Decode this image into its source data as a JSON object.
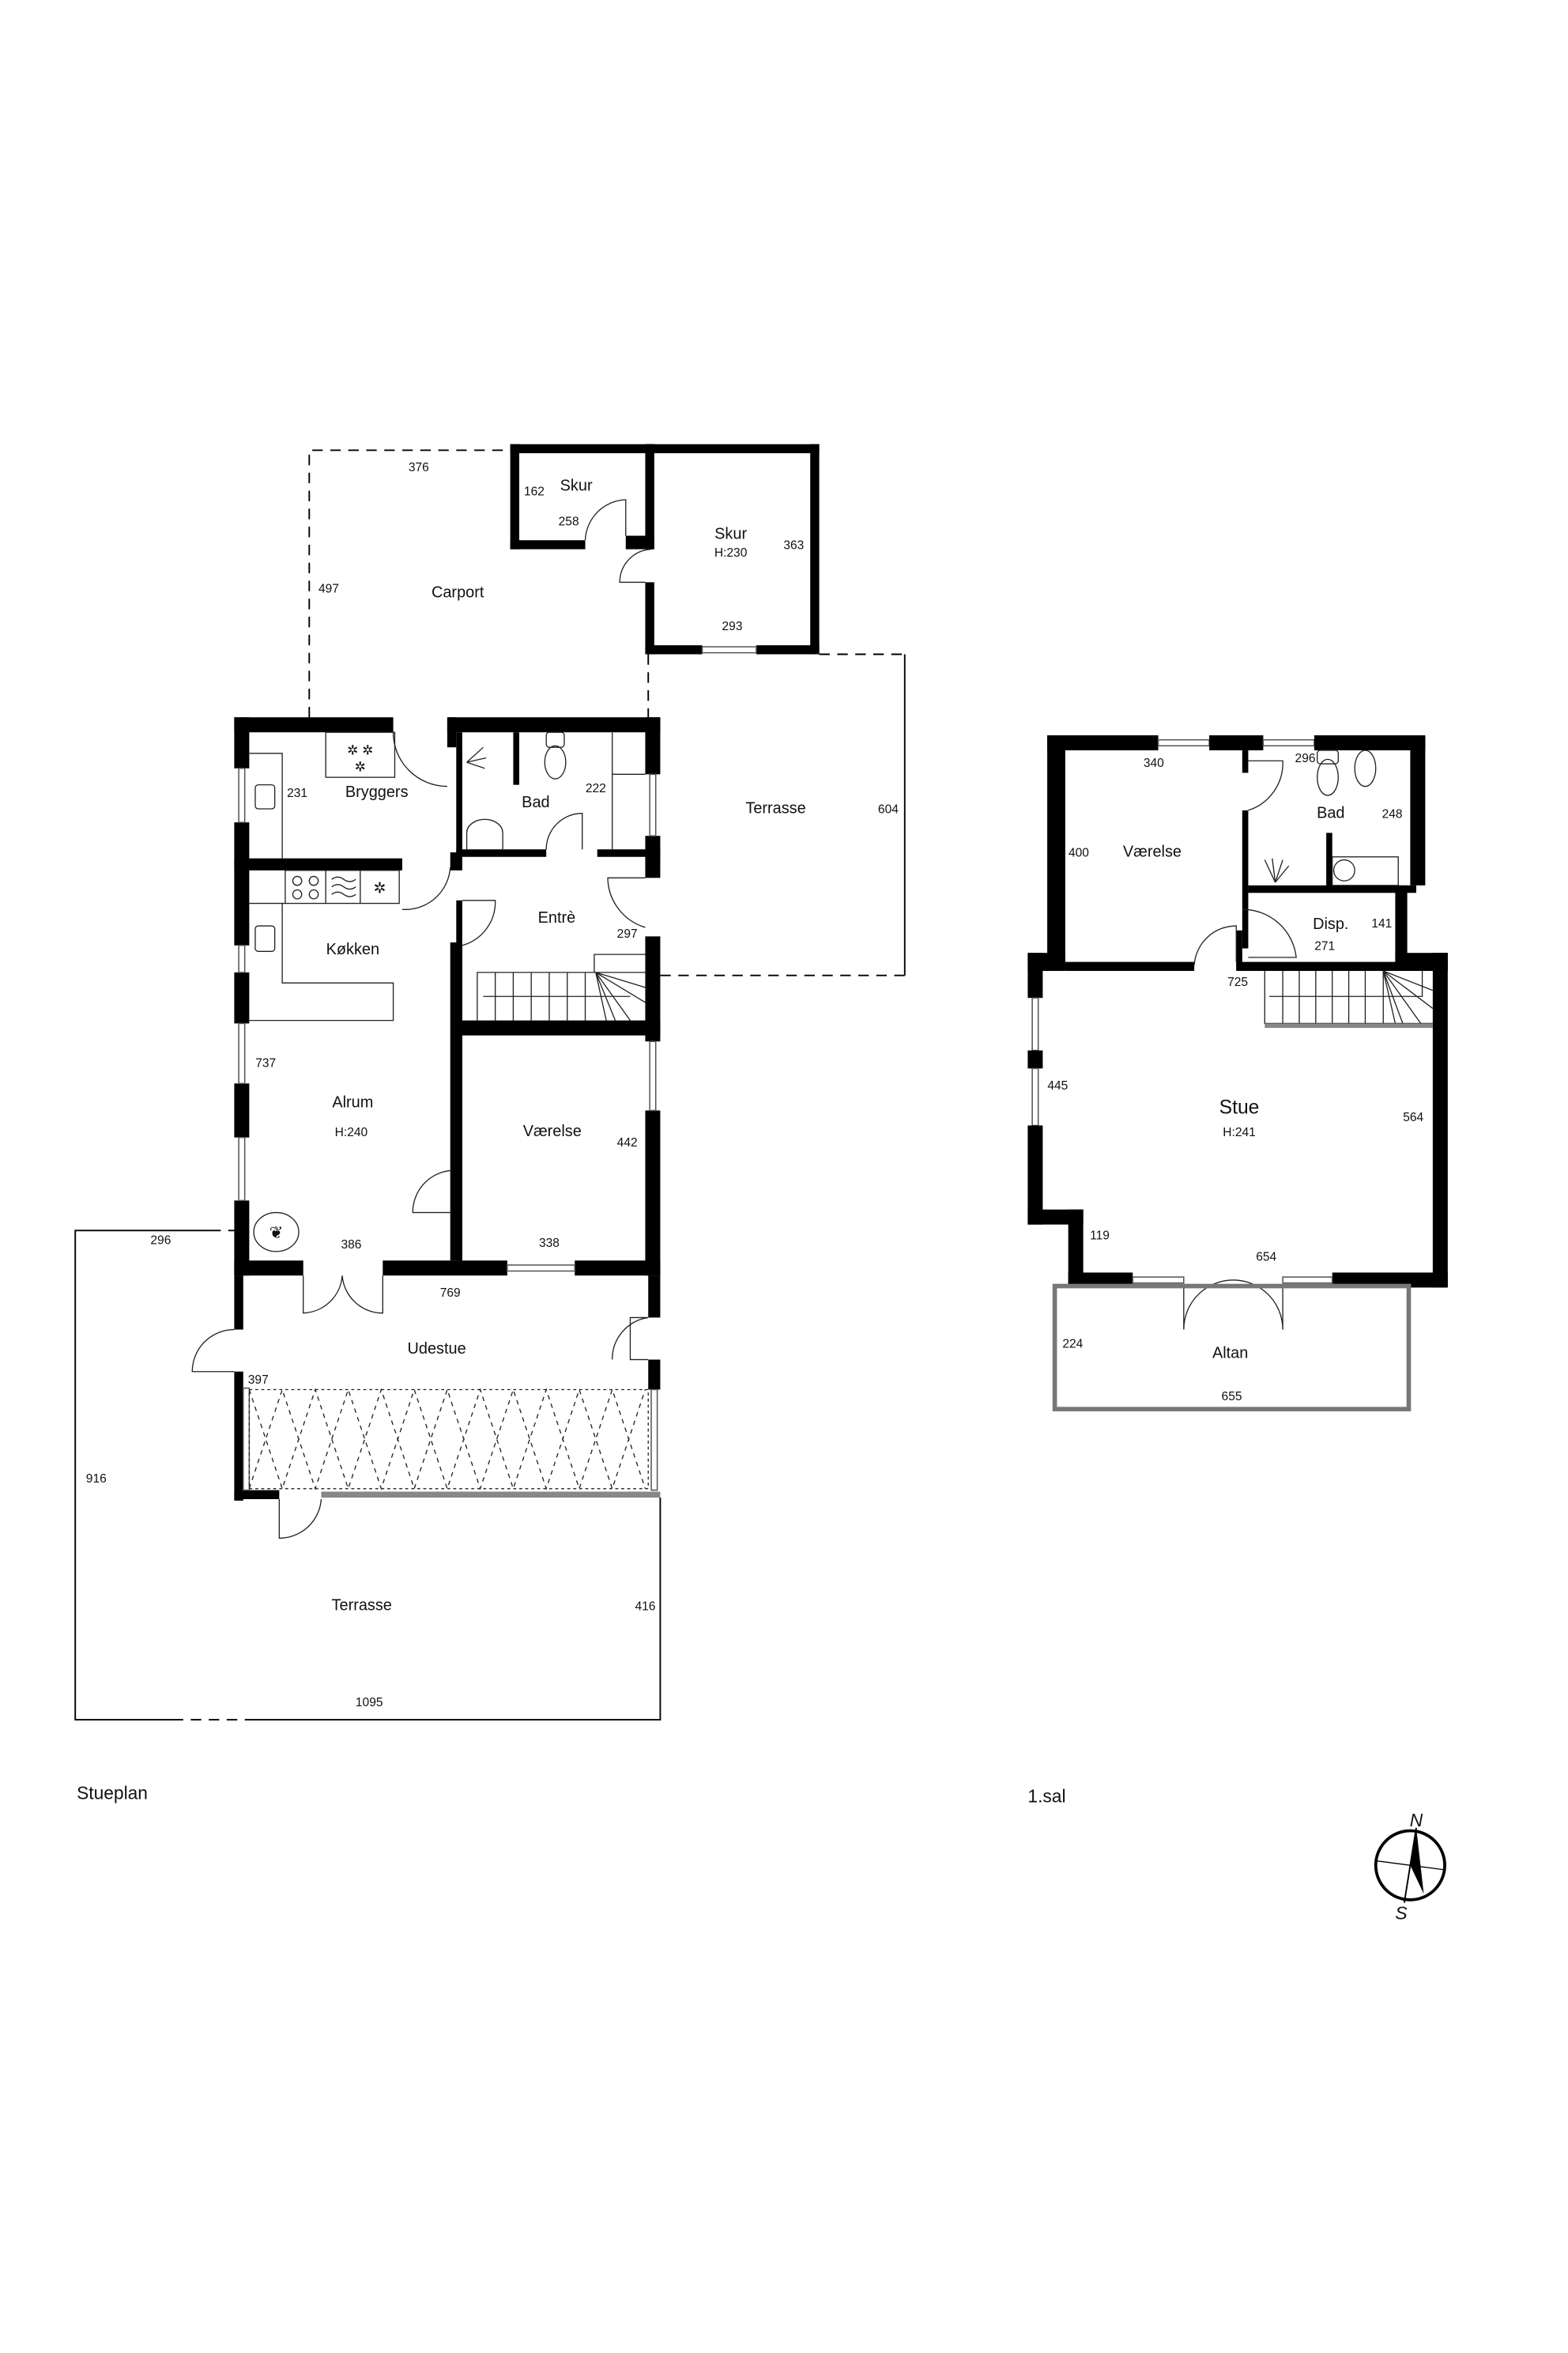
{
  "ground_floor": {
    "title": "Stueplan",
    "rooms": {
      "skur_small": {
        "name": "Skur",
        "dims": [
          "162",
          "258"
        ]
      },
      "skur_large": {
        "name": "Skur",
        "height": "H:230",
        "dims": [
          "363",
          "293"
        ]
      },
      "carport": {
        "name": "Carport",
        "dims": [
          "376",
          "497"
        ]
      },
      "terrasse_east": {
        "name": "Terrasse",
        "dims": [
          "604"
        ]
      },
      "bryggers": {
        "name": "Bryggers",
        "dims": [
          "231"
        ]
      },
      "bad": {
        "name": "Bad",
        "dims": [
          "222"
        ]
      },
      "entre": {
        "name": "Entrè",
        "dims": [
          "297"
        ]
      },
      "koekken": {
        "name": "Køkken"
      },
      "alrum": {
        "name": "Alrum",
        "height": "H:240",
        "dims": [
          "737",
          "386"
        ]
      },
      "vaerelse": {
        "name": "Værelse",
        "dims": [
          "442",
          "338"
        ]
      },
      "udestue": {
        "name": "Udestue",
        "dims": [
          "769",
          "397"
        ]
      },
      "terrasse_south": {
        "name": "Terrasse",
        "dims": [
          "296",
          "916",
          "416",
          "1095"
        ]
      }
    }
  },
  "first_floor": {
    "title": "1.sal",
    "rooms": {
      "vaerelse": {
        "name": "Værelse",
        "dims": [
          "340",
          "400"
        ]
      },
      "bad": {
        "name": "Bad",
        "dims": [
          "296",
          "248"
        ]
      },
      "disp": {
        "name": "Disp.",
        "dims": [
          "141",
          "271"
        ]
      },
      "stue": {
        "name": "Stue",
        "height": "H:241",
        "dims": [
          "725",
          "445",
          "564",
          "119",
          "654"
        ]
      },
      "altan": {
        "name": "Altan",
        "dims": [
          "224",
          "655"
        ]
      }
    }
  },
  "compass": {
    "north": "N",
    "south": "S"
  }
}
